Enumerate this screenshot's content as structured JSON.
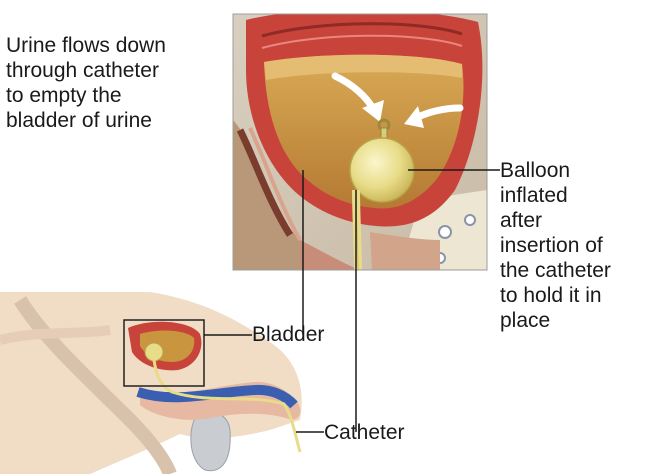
{
  "intro_note": {
    "lines": [
      "Urine flows down",
      "through catheter",
      "to empty the",
      "bladder of urine"
    ]
  },
  "balloon_note": {
    "lines": [
      "Balloon",
      "inflated",
      "after",
      "insertion of",
      "the catheter",
      "to hold it in",
      "place"
    ]
  },
  "labels": {
    "bladder": "Bladder",
    "catheter": "Catheter"
  },
  "colors": {
    "tissue_red": "#c8443a",
    "urine_amber": "#c9953e",
    "balloon_yellow": "#e8dc88",
    "urethra_blue": "#3a5fb0",
    "skin_beige": "#f1dcc6"
  }
}
